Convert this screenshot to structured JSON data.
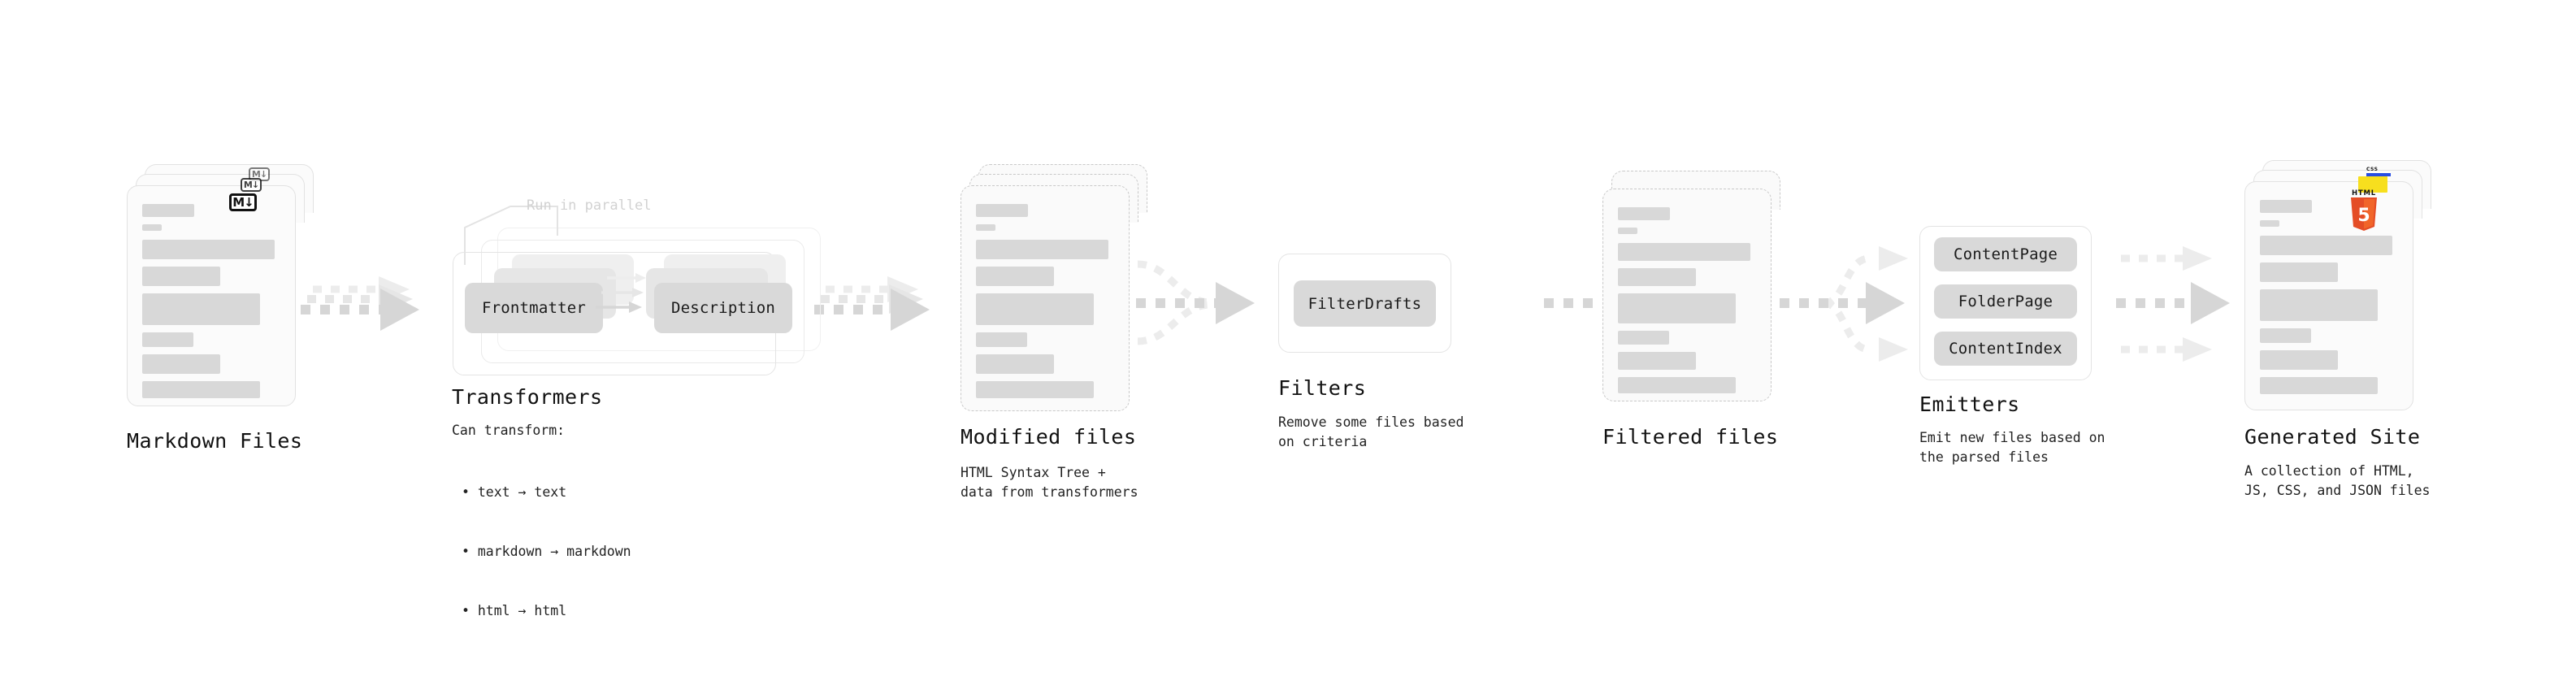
{
  "diagram": {
    "title_present": false,
    "stages": [
      {
        "id": "markdown-files",
        "heading": "Markdown Files",
        "sub": "",
        "badge": "markdown-icon"
      },
      {
        "id": "transformers",
        "heading": "Transformers",
        "sub": "Can transform:",
        "note": "Run in parallel",
        "bullets": [
          "• text → text",
          "• markdown → markdown",
          "• html → html"
        ],
        "nodes": [
          "Frontmatter",
          "Description"
        ]
      },
      {
        "id": "modified-files",
        "heading": "Modified files",
        "sub": "HTML Syntax Tree +\ndata from transformers"
      },
      {
        "id": "filters",
        "heading": "Filters",
        "sub": "Remove some files based\non criteria",
        "nodes": [
          "FilterDrafts"
        ]
      },
      {
        "id": "filtered-files",
        "heading": "Filtered files",
        "sub": ""
      },
      {
        "id": "emitters",
        "heading": "Emitters",
        "sub": "Emit new files based on\nthe parsed files",
        "nodes": [
          "ContentPage",
          "FolderPage",
          "ContentIndex"
        ]
      },
      {
        "id": "generated-site",
        "heading": "Generated Site",
        "sub": "A collection of HTML,\nJS, CSS, and JSON files",
        "badges": [
          "css3-icon",
          "javascript-icon",
          "html5-icon"
        ]
      }
    ],
    "icons": {
      "markdown_letter": "M",
      "markdown_arrow": "↓",
      "html5_word": "HTML",
      "html5_digit": "5",
      "css3_word": "CSS"
    },
    "colors": {
      "background": "#ffffff",
      "card_fill": "#fbfbfb",
      "card_border": "#e2e2e2",
      "dashed_border": "#c9c9c9",
      "bar": "#d8d8d8",
      "pill": "#d9d9d9",
      "arrow": "#d4d4d4",
      "arrow_faint": "#ececec",
      "text": "#111111",
      "muted_text": "#d2d2d2",
      "html5_orange": "#e44d26",
      "html5_orange_light": "#f16529",
      "js_yellow": "#f7df1e",
      "css3_blue": "#264de4"
    }
  }
}
